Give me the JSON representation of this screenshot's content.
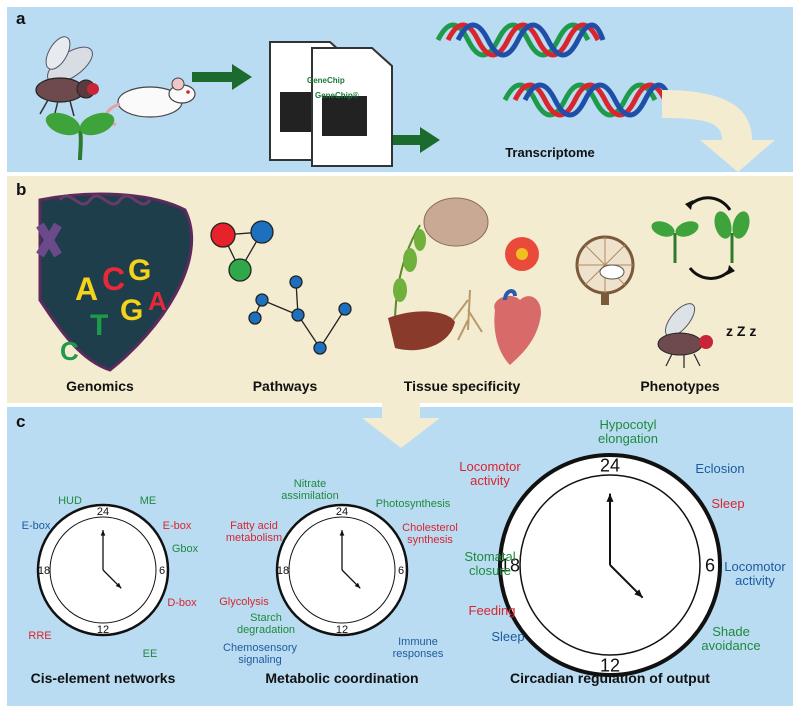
{
  "panel_labels": {
    "a": "a",
    "b": "b",
    "c": "c"
  },
  "panel_a": {
    "chip_label": "GeneChip",
    "chip_label_front": "GeneChip®",
    "transcriptome": "Transcriptome"
  },
  "panel_b": {
    "captions": [
      "Genomics",
      "Pathways",
      "Tissue specificity",
      "Phenotypes"
    ],
    "dna_letters": [
      "A",
      "C",
      "G",
      "T",
      "G",
      "A",
      "C"
    ],
    "sleep_z": "z Z z"
  },
  "clocks": [
    {
      "caption": "Cis-element networks",
      "numbers": {
        "n24": "24",
        "n6": "6",
        "n12": "12",
        "n18": "18"
      },
      "labels": [
        {
          "text": "HUD",
          "color": "g"
        },
        {
          "text": "ME",
          "color": "g"
        },
        {
          "text": "E-box",
          "color": "b"
        },
        {
          "text": "E-box",
          "color": "r"
        },
        {
          "text": "Gbox",
          "color": "g"
        },
        {
          "text": "D-box",
          "color": "r"
        },
        {
          "text": "RRE",
          "color": "r"
        },
        {
          "text": "EE",
          "color": "g"
        }
      ]
    },
    {
      "caption": "Metabolic coordination",
      "numbers": {
        "n24": "24",
        "n6": "6",
        "n12": "12",
        "n18": "18"
      },
      "labels": [
        {
          "text": "Nitrate\nassimilation",
          "color": "g"
        },
        {
          "text": "Photosynthesis",
          "color": "g"
        },
        {
          "text": "Fatty acid\nmetabolism",
          "color": "r"
        },
        {
          "text": "Cholesterol\nsynthesis",
          "color": "r"
        },
        {
          "text": "Glycolysis",
          "color": "r"
        },
        {
          "text": "Starch\ndegradation",
          "color": "g"
        },
        {
          "text": "Chemosensory\nsignaling",
          "color": "b"
        },
        {
          "text": "Immune\nresponses",
          "color": "b"
        }
      ]
    },
    {
      "caption": "Circadian regulation of output",
      "numbers": {
        "n24": "24",
        "n6": "6",
        "n12": "12",
        "n18": "18"
      },
      "labels": [
        {
          "text": "Hypocotyl\nelongation",
          "color": "g"
        },
        {
          "text": "Locomotor\nactivity",
          "color": "r"
        },
        {
          "text": "Eclosion",
          "color": "b"
        },
        {
          "text": "Sleep",
          "color": "r"
        },
        {
          "text": "Stomatal\nclosure",
          "color": "g"
        },
        {
          "text": "Locomotor\nactivity",
          "color": "b"
        },
        {
          "text": "Feeding",
          "color": "r"
        },
        {
          "text": "Sleep",
          "color": "b"
        },
        {
          "text": "Shade\navoidance",
          "color": "g"
        }
      ]
    }
  ],
  "colors": {
    "panel_blue": "#b9dcf2",
    "panel_beige": "#f3ecd0",
    "arrow_green": "#1b6b2e",
    "arrow_beige": "#f3ecd0",
    "red": "#d9252e",
    "green": "#1e8a3c",
    "blue": "#1d5a9e"
  }
}
